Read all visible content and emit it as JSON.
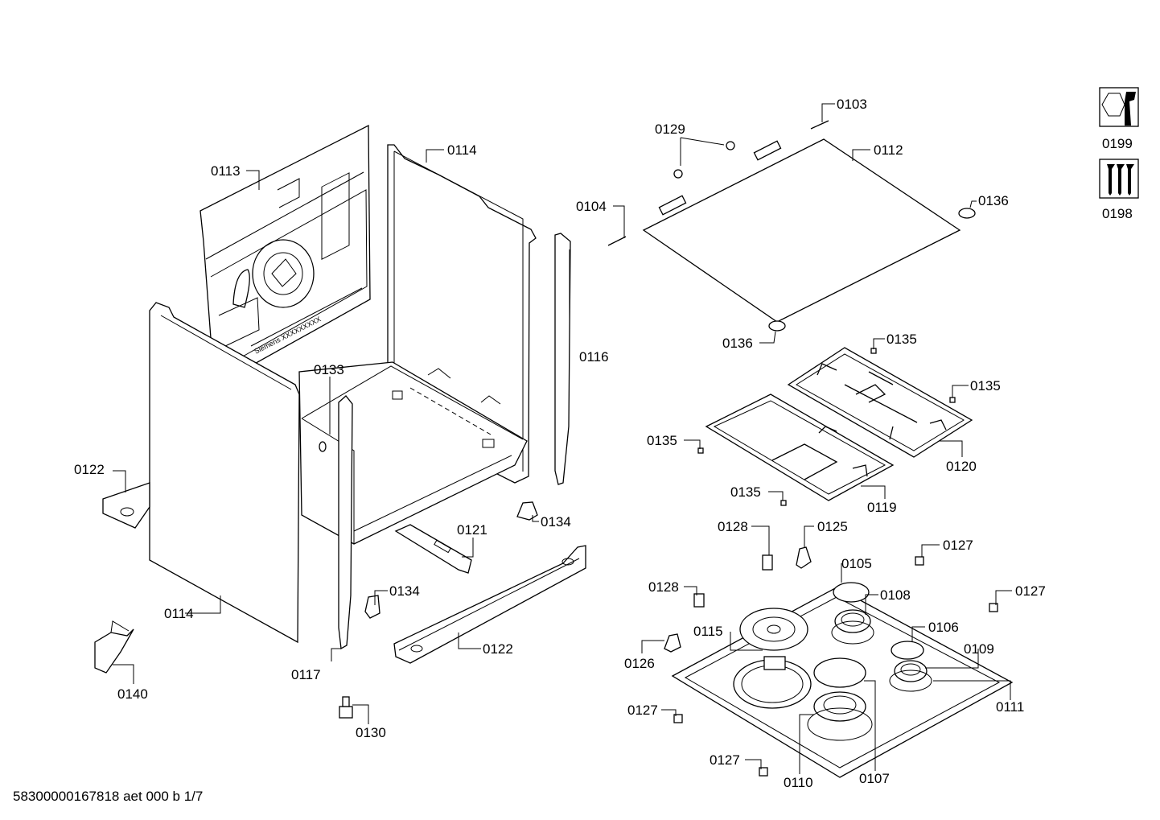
{
  "footer": "58300000167818 aet 000 b 1/7",
  "labels": {
    "p0103": "0103",
    "p0129": "0129",
    "p0112": "0112",
    "p0104": "0104",
    "p0136a": "0136",
    "p0136b": "0136",
    "p0113": "0113",
    "p0114a": "0114",
    "p0114b": "0114",
    "p0116": "0116",
    "p0133": "0133",
    "p0135a": "0135",
    "p0135b": "0135",
    "p0135c": "0135",
    "p0135d": "0135",
    "p0120": "0120",
    "p0119": "0119",
    "p0122a": "0122",
    "p0122b": "0122",
    "p0121": "0121",
    "p0134a": "0134",
    "p0134b": "0134",
    "p0128a": "0128",
    "p0128b": "0128",
    "p0125": "0125",
    "p0127a": "0127",
    "p0127b": "0127",
    "p0127c": "0127",
    "p0127d": "0127",
    "p0105": "0105",
    "p0108": "0108",
    "p0106": "0106",
    "p0109": "0109",
    "p0111": "0111",
    "p0115": "0115",
    "p0126": "0126",
    "p0110": "0110",
    "p0107": "0107",
    "p0117": "0117",
    "p0140": "0140",
    "p0130": "0130",
    "p0199": "0199",
    "p0198": "0198"
  },
  "icons": {
    "tool_kit": "wrench-nut-icon",
    "screw_kit": "screws-icon"
  }
}
